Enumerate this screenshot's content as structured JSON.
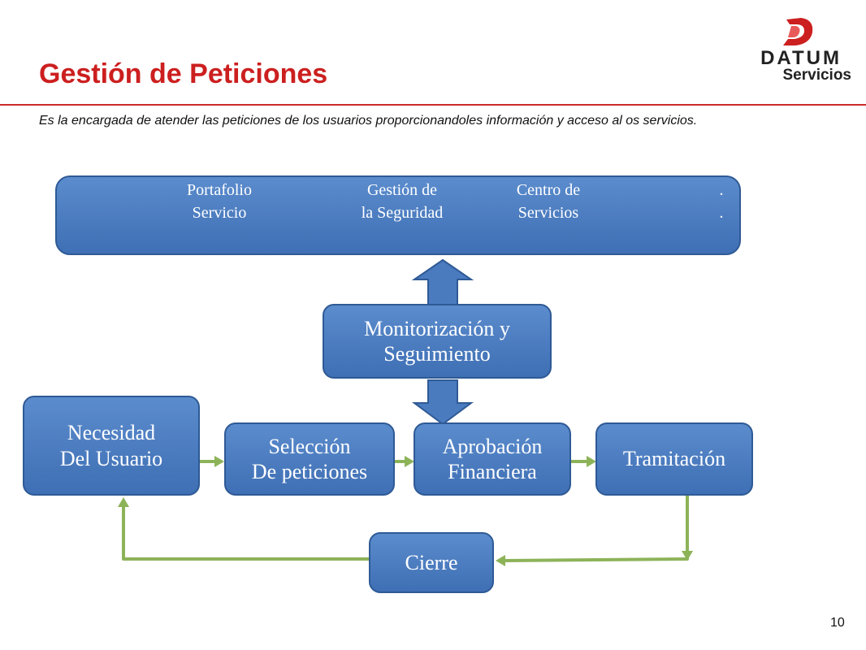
{
  "header": {
    "title": "Gestión de Peticiones",
    "description": "Es la encargada de atender las peticiones de los usuarios proporcionandoles información y acceso al os servicios."
  },
  "logo": {
    "name": "DATUM",
    "sub": "Servicios"
  },
  "top_box": {
    "items": [
      "Portafolio\nServicio",
      "Gestión de\nla Seguridad",
      "Centro de\nServicios",
      ".\n."
    ]
  },
  "nodes": {
    "monitor": "Monitorización y\nSeguimiento",
    "necesidad": "Necesidad\nDel Usuario",
    "seleccion": "Selección\nDe peticiones",
    "aprobacion": "Aprobación\nFinanciera",
    "tramitacion": "Tramitación",
    "cierre": "Cierre"
  },
  "colors": {
    "title": "#cc1f1f",
    "box": "#4a7bbf",
    "arrow_green": "#8db359"
  },
  "footer": {
    "page": "10"
  }
}
